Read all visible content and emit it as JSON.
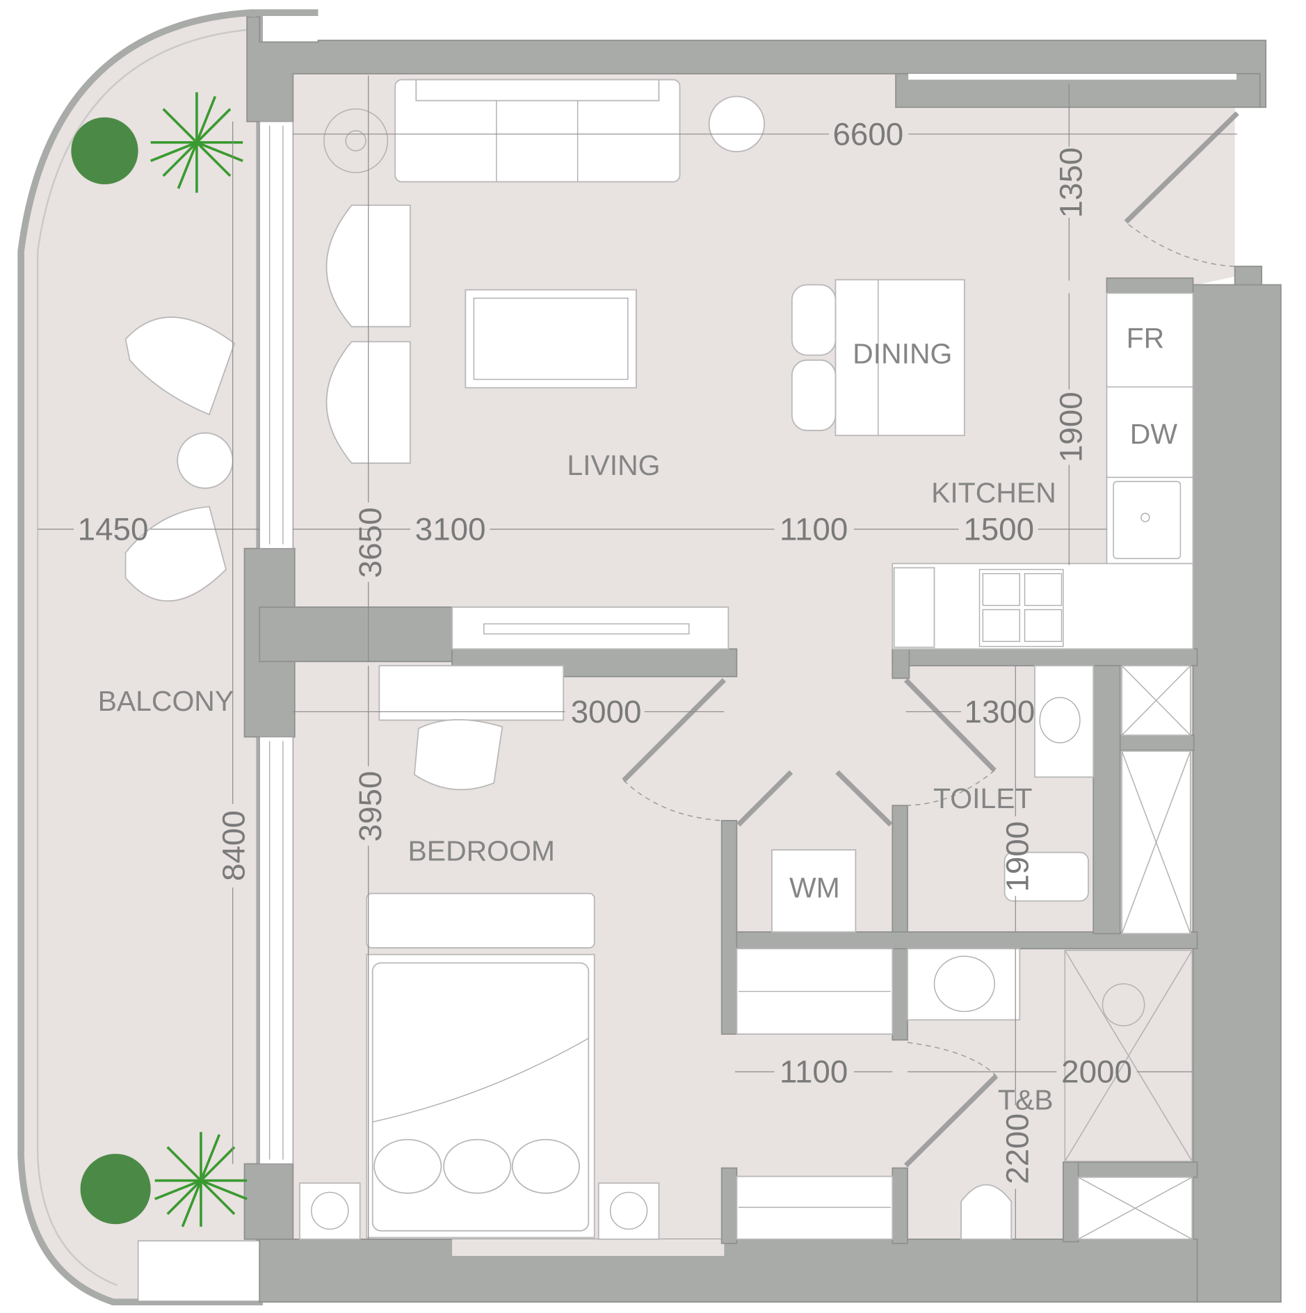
{
  "rooms": {
    "living": "LIVING",
    "dining": "DINING",
    "kitchen": "KITCHEN",
    "balcony": "BALCONY",
    "bedroom": "BEDROOM",
    "toilet": "TOILET",
    "tb": "T&B",
    "fr": "FR",
    "dw": "DW",
    "wm": "WM"
  },
  "dimensions": {
    "top_width": "6600",
    "kitchen_top": "1350",
    "kitchen_side": "1900",
    "balcony_width": "1450",
    "living_width": "3100",
    "corridor": "1100",
    "kitchen_width": "1500",
    "living_depth": "3650",
    "bedroom_width": "3000",
    "toilet_width": "1300",
    "bedroom_depth": "3950",
    "balcony_length": "8400",
    "toilet_depth": "1900",
    "closet_width": "1100",
    "tb_width": "2000",
    "tb_depth": "2200"
  },
  "colors": {
    "wall": "#a9aba9",
    "floor": "#e8e2e0",
    "text": "#858585",
    "plant": "#2f7a2a"
  }
}
